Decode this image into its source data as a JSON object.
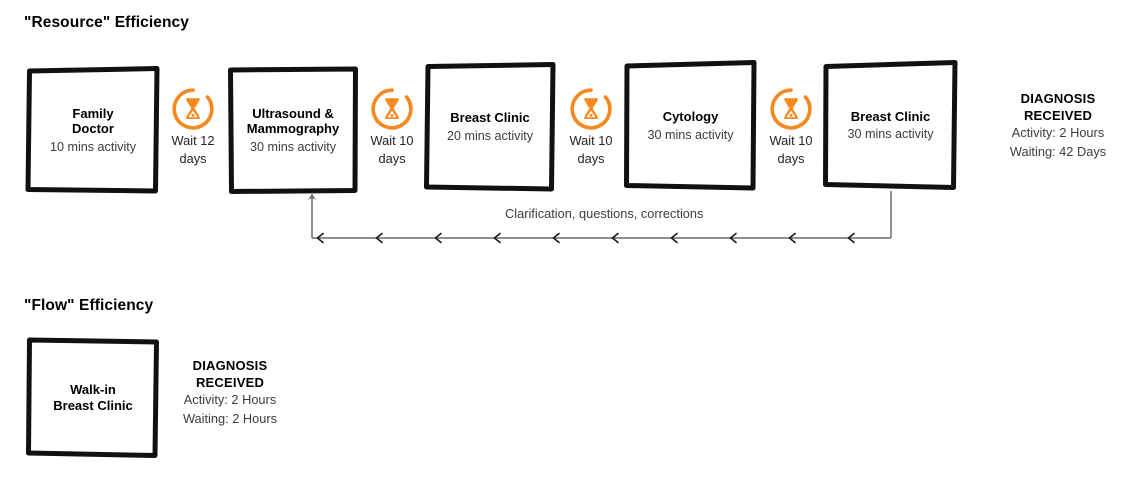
{
  "sections": {
    "resource": {
      "title": "\"Resource\" Efficiency",
      "steps": [
        {
          "label": "Family\nDoctor",
          "label_line1": "Family",
          "label_line2": "Doctor",
          "sub": "10 mins activity"
        },
        {
          "label_line1": "Ultrasound &",
          "label_line2": "Mammography",
          "sub": "30 mins activity"
        },
        {
          "label_line1": "Breast Clinic",
          "label_line2": "",
          "sub": "20 mins activity"
        },
        {
          "label_line1": "Cytology",
          "label_line2": "",
          "sub": "30 mins activity"
        },
        {
          "label_line1": "Breast Clinic",
          "label_line2": "",
          "sub": "30 mins activity"
        }
      ],
      "waits": [
        {
          "icon": "hourglass-icon",
          "line1": "Wait 12",
          "line2": "days"
        },
        {
          "icon": "hourglass-icon",
          "line1": "Wait 10",
          "line2": "days"
        },
        {
          "icon": "hourglass-icon",
          "line1": "Wait 10",
          "line2": "days"
        },
        {
          "icon": "hourglass-icon",
          "line1": "Wait 10",
          "line2": "days"
        }
      ],
      "result": {
        "head_line1": "DIAGNOSIS",
        "head_line2": "RECEIVED",
        "activity": "Activity: 2 Hours",
        "waiting": "Waiting: 42 Days"
      },
      "loop_caption": "Clarification, questions, corrections"
    },
    "flow": {
      "title": "\"Flow\" Efficiency",
      "steps": [
        {
          "label_line1": "Walk-in",
          "label_line2": "Breast Clinic",
          "sub": ""
        }
      ],
      "result": {
        "head_line1": "DIAGNOSIS",
        "head_line2": "RECEIVED",
        "activity": "Activity: 2 Hours",
        "waiting": "Waiting: 2 Hours"
      }
    }
  },
  "colors": {
    "accent_orange": "#F5881F",
    "ink_black": "#111111",
    "text_gray": "#3d3d3d",
    "loop_line": "#6b6b6b",
    "background": "#ffffff"
  }
}
